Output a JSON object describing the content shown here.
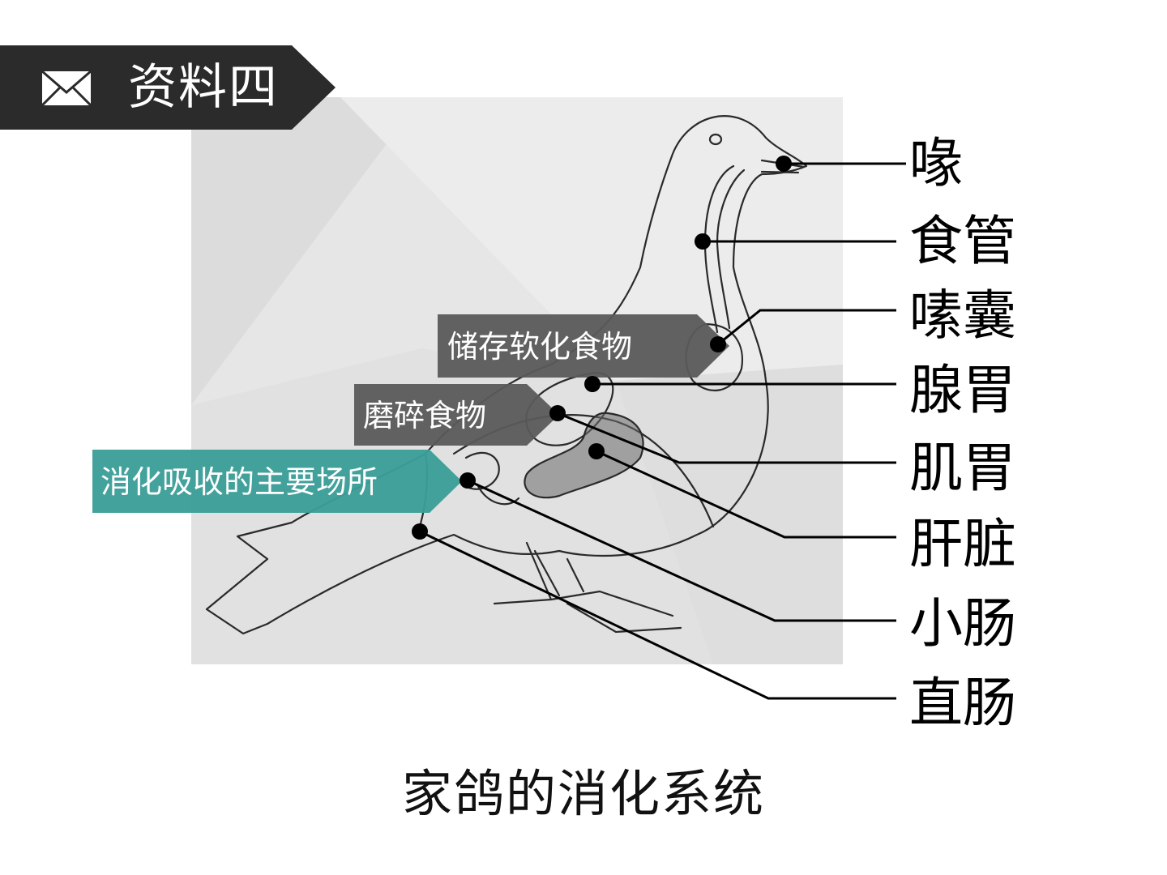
{
  "header": {
    "icon": "envelope-icon",
    "title": "资料四",
    "background": "#2b2b2b"
  },
  "organs": [
    {
      "id": "beak",
      "label": "喙"
    },
    {
      "id": "esophagus",
      "label": "食管"
    },
    {
      "id": "crop",
      "label": "嗉囊"
    },
    {
      "id": "proventriculus",
      "label": "腺胃"
    },
    {
      "id": "gizzard",
      "label": "肌胃"
    },
    {
      "id": "liver",
      "label": "肝脏"
    },
    {
      "id": "small-intestine",
      "label": "小肠"
    },
    {
      "id": "rectum",
      "label": "直肠"
    }
  ],
  "callouts": [
    {
      "id": "crop-note",
      "text": "储存软化食物",
      "color": "#5a5a5a"
    },
    {
      "id": "gizzard-note",
      "text": "磨碎食物",
      "color": "#5a5a5a"
    },
    {
      "id": "intestine-note",
      "text": "消化吸收的主要场所",
      "color": "#3c9e98"
    }
  ],
  "caption": "家鸽的消化系统"
}
